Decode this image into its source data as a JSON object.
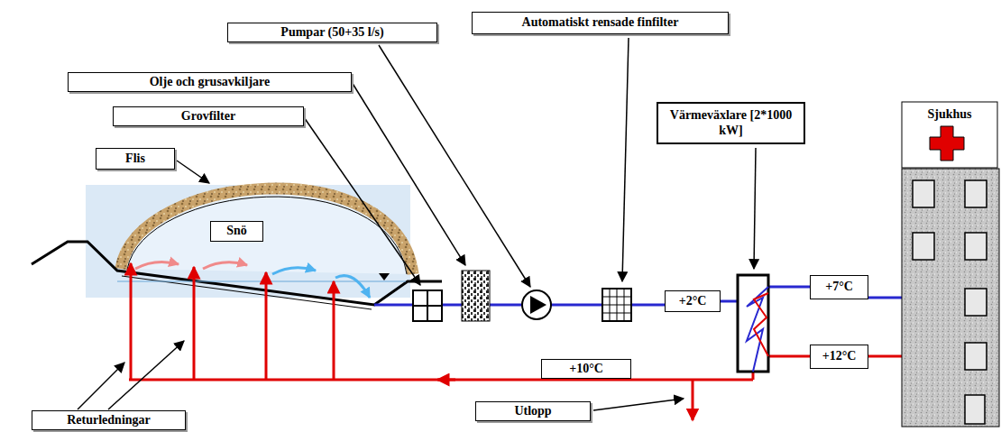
{
  "diagram": {
    "nodes": [
      {
        "text": [
          "Pumpar (50+35 l/s)"
        ]
      },
      {
        "text": [
          "Automatiskt rensade finfilter"
        ]
      },
      {
        "text": [
          "Olje och grusavkiljare"
        ]
      },
      {
        "text": [
          "Grovfilter"
        ]
      },
      {
        "text": [
          "Värmeväxlare [2*1000 kW]"
        ]
      },
      {
        "text": [
          "Sjukhus"
        ]
      },
      {
        "text": [
          "Flis"
        ]
      },
      {
        "text": [
          "Snö"
        ]
      },
      {
        "text": [
          "+2°C"
        ]
      },
      {
        "text": [
          "+7°C"
        ]
      },
      {
        "text": [
          "+12°C"
        ]
      },
      {
        "text": [
          "+10°C"
        ]
      },
      {
        "text": [
          "Utlopp"
        ]
      },
      {
        "text": [
          "Returledningar"
        ]
      }
    ]
  }
}
